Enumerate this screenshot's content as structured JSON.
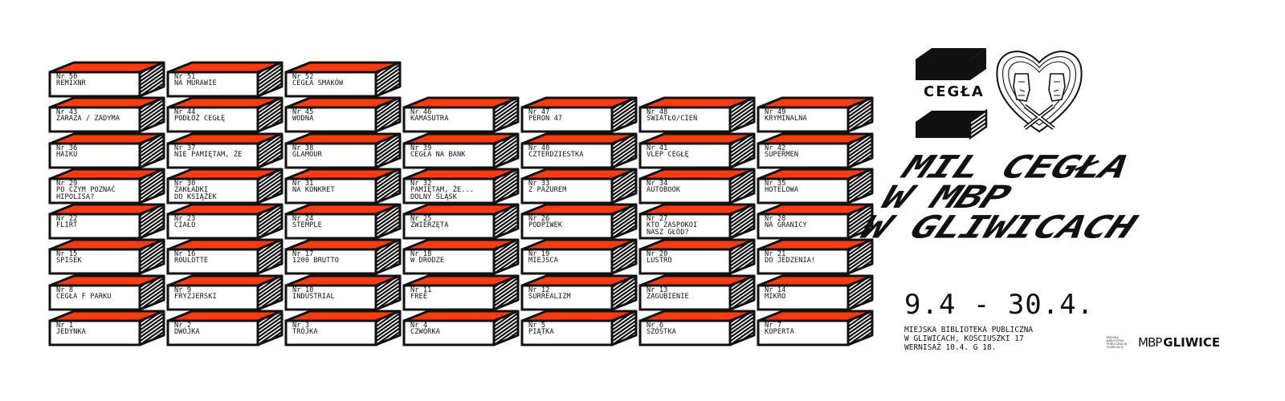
{
  "bricks": [
    {
      "num": "Nr 50",
      "title": "REMIXNR",
      "col": 0,
      "row": 7
    },
    {
      "num": "Nr 51",
      "title": "NA MURAWIE",
      "col": 1,
      "row": 7
    },
    {
      "num": "Nr 52",
      "title": "CEGŁA SMAKÓW",
      "col": 2,
      "row": 7
    },
    {
      "num": "Nr 43",
      "title": "ZARAZA / ZADYMA",
      "col": 0,
      "row": 6
    },
    {
      "num": "Nr 44",
      "title": "PODŁÓŻ CEGŁĘ",
      "col": 1,
      "row": 6
    },
    {
      "num": "Nr 45",
      "title": "WODNA",
      "col": 2,
      "row": 6
    },
    {
      "num": "Nr 46",
      "title": "KAMASUTRA",
      "col": 3,
      "row": 6
    },
    {
      "num": "Nr 47",
      "title": "PERON 47",
      "col": 4,
      "row": 6
    },
    {
      "num": "Nr 48",
      "title": "ŚWIATŁO/CIEŃ",
      "col": 5,
      "row": 6
    },
    {
      "num": "Nr 49",
      "title": "KRYMINALNA",
      "col": 6,
      "row": 6
    },
    {
      "num": "Nr 36",
      "title": "HAIKU",
      "col": 0,
      "row": 5
    },
    {
      "num": "Nr 37",
      "title": "NIE PAMIĘTAM, ŻE",
      "col": 1,
      "row": 5
    },
    {
      "num": "Nr 38",
      "title": "GLAMOUR",
      "col": 2,
      "row": 5
    },
    {
      "num": "Nr 39",
      "title": "CEGŁA NA BANK",
      "col": 3,
      "row": 5
    },
    {
      "num": "Nr 40",
      "title": "CZTERDZIESTKA",
      "col": 4,
      "row": 5
    },
    {
      "num": "Nr 41",
      "title": "VLEP CEGŁĘ",
      "col": 5,
      "row": 5
    },
    {
      "num": "Nr 42",
      "title": "SUPERMEN",
      "col": 6,
      "row": 5
    },
    {
      "num": "Nr 29",
      "title": "PO CZYM POZNAĆ\nHIPOLISA?",
      "col": 0,
      "row": 4
    },
    {
      "num": "Nr 30",
      "title": "ZAKŁADKI\nDO KSIĄŻEK",
      "col": 1,
      "row": 4
    },
    {
      "num": "Nr 31",
      "title": "NA KONKRET",
      "col": 2,
      "row": 4
    },
    {
      "num": "Nr 32",
      "title": "PAMIĘTAM, ŻE...\nDOLNY ŚLĄSK",
      "col": 3,
      "row": 4
    },
    {
      "num": "Nr 33",
      "title": "Z PAZUREM",
      "col": 4,
      "row": 4
    },
    {
      "num": "Nr 34",
      "title": "AUTOBOOK",
      "col": 5,
      "row": 4
    },
    {
      "num": "Nr 35",
      "title": "HOTELOWA",
      "col": 6,
      "row": 4
    },
    {
      "num": "Nr 22",
      "title": "FLIRT",
      "col": 0,
      "row": 3
    },
    {
      "num": "Nr 23",
      "title": "CIAŁO",
      "col": 1,
      "row": 3
    },
    {
      "num": "Nr 24",
      "title": "STEMPLE",
      "col": 2,
      "row": 3
    },
    {
      "num": "Nr 25",
      "title": "ZWIERZĘTA",
      "col": 3,
      "row": 3
    },
    {
      "num": "Nr 26",
      "title": "PODPIWEK",
      "col": 4,
      "row": 3
    },
    {
      "num": "Nr 27",
      "title": "KTO ZASPOKOI\nNASZ GŁÓD?",
      "col": 5,
      "row": 3
    },
    {
      "num": "Nr 28",
      "title": "NA GRANICY",
      "col": 6,
      "row": 3
    },
    {
      "num": "Nr 15",
      "title": "SPISEK",
      "col": 0,
      "row": 2
    },
    {
      "num": "Nr 16",
      "title": "ROULOTTE",
      "col": 1,
      "row": 2
    },
    {
      "num": "Nr 17",
      "title": "1200 BRUTTO",
      "col": 2,
      "row": 2
    },
    {
      "num": "Nr 18",
      "title": "W DRODZE",
      "col": 3,
      "row": 2
    },
    {
      "num": "Nr 19",
      "title": "MIEJSCA",
      "col": 4,
      "row": 2
    },
    {
      "num": "Nr 20",
      "title": "LUSTRO",
      "col": 5,
      "row": 2
    },
    {
      "num": "Nr 21",
      "title": "DO JEDZENIA!",
      "col": 6,
      "row": 2
    },
    {
      "num": "Nr 8",
      "title": "CEGŁA F PARKU",
      "col": 0,
      "row": 1
    },
    {
      "num": "Nr 9",
      "title": "FRYZJERSKI",
      "col": 1,
      "row": 1
    },
    {
      "num": "Nr 10",
      "title": "INDUSTRIAL",
      "col": 2,
      "row": 1
    },
    {
      "num": "Nr 11",
      "title": "FREE",
      "col": 3,
      "row": 1
    },
    {
      "num": "Nr 12",
      "title": "SURREALIZM",
      "col": 4,
      "row": 1
    },
    {
      "num": "Nr 13",
      "title": "ZAGUBIENIE",
      "col": 5,
      "row": 1
    },
    {
      "num": "Nr 14",
      "title": "MIKRO",
      "col": 6,
      "row": 1
    },
    {
      "num": "Nr 1",
      "title": "JEDYNKA",
      "col": 0,
      "row": 0
    },
    {
      "num": "Nr 2",
      "title": "DWÓJKA",
      "col": 1,
      "row": 0
    },
    {
      "num": "Nr 3",
      "title": "TRÓJKA",
      "col": 2,
      "row": 0
    },
    {
      "num": "Nr 4",
      "title": "CZWÓRKA",
      "col": 3,
      "row": 0
    },
    {
      "num": "Nr 5",
      "title": "PIĄTKA",
      "col": 4,
      "row": 0
    },
    {
      "num": "Nr 6",
      "title": "SZÓSTKA",
      "col": 5,
      "row": 0
    },
    {
      "num": "Nr 7",
      "title": "KOPERTA",
      "col": 6,
      "row": 0
    }
  ],
  "logo": {
    "word": "CEGŁA"
  },
  "headline": [
    "MIL CEGŁA",
    "W MBP",
    "W GLIWICACH"
  ],
  "dates": "9.4 - 30.4.",
  "address": [
    "MIEJSKA BIBLIOTEKA PUBLICZNA",
    "W GLIWICACH, KOŚCIUSZKI 17",
    "WERNISAŻ 10.4. G 18."
  ],
  "mbp": {
    "small": "MIEJSKA BIBLIOTEKA PUBLICZNA W GLIWICACH",
    "mark": "MBP",
    "city": "GLIWICE"
  },
  "colors": {
    "accent": "#ff3b12",
    "ink": "#111111",
    "paper": "#ffffff"
  }
}
